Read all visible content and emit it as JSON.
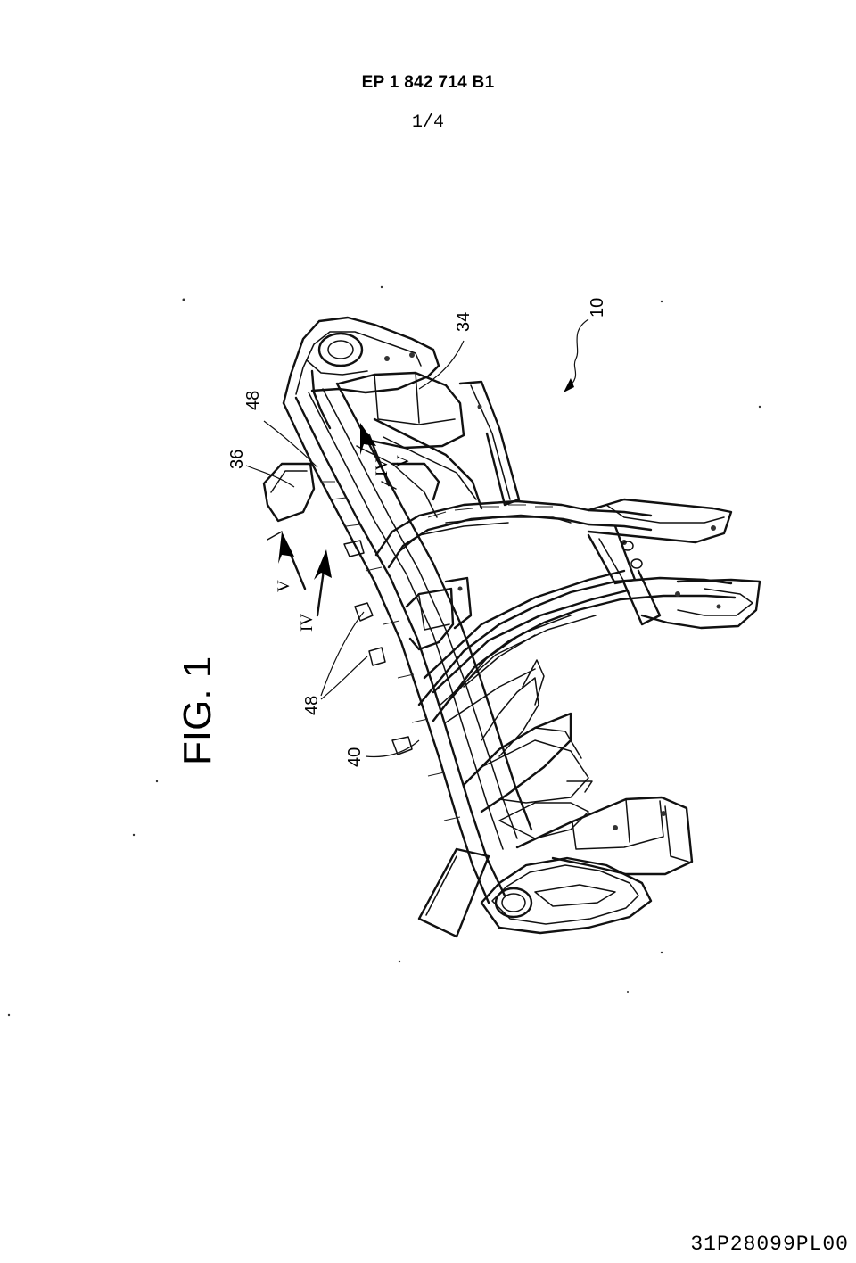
{
  "header": {
    "publication_number": "EP 1 842 714 B1",
    "sheet": "1/4"
  },
  "figure": {
    "caption": "FIG. 1",
    "reference_numerals": {
      "r10": "10",
      "r34": "34",
      "r36": "36",
      "r40": "40",
      "r48_top": "48",
      "r48_bottom": "48"
    },
    "section_markers": {
      "iv_left": "IV",
      "v_left": "V",
      "iv_right": "IV",
      "v_right": "V"
    }
  },
  "footer": {
    "code": "31P28099PL00"
  }
}
